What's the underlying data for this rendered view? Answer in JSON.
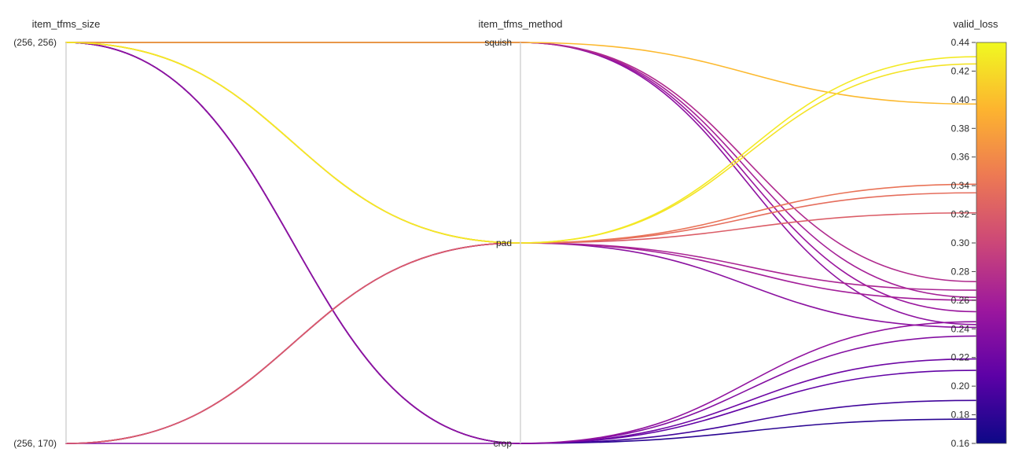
{
  "chart_data": {
    "type": "parallel_coordinates",
    "dimensions": [
      {
        "name": "item_tfms_size",
        "kind": "categorical",
        "categories": [
          "(256, 256)",
          "(256, 170)"
        ]
      },
      {
        "name": "item_tfms_method",
        "kind": "categorical",
        "categories": [
          "squish",
          "pad",
          "crop"
        ]
      },
      {
        "name": "valid_loss",
        "kind": "numeric",
        "range": [
          0.16,
          0.44
        ],
        "ticks": [
          0.44,
          0.42,
          0.4,
          0.38,
          0.36,
          0.34,
          0.32,
          0.3,
          0.28,
          0.26,
          0.24,
          0.22,
          0.2,
          0.18,
          0.16
        ]
      }
    ],
    "colorscale": [
      "#0d0887",
      "#5c01a6",
      "#9c179e",
      "#cc4778",
      "#ed7953",
      "#fdb42f",
      "#f0f921"
    ],
    "runs": [
      {
        "item_tfms_size": "(256, 256)",
        "item_tfms_method": "squish",
        "valid_loss": 0.397
      },
      {
        "item_tfms_size": "(256, 256)",
        "item_tfms_method": "squish",
        "valid_loss": 0.273
      },
      {
        "item_tfms_size": "(256, 256)",
        "item_tfms_method": "squish",
        "valid_loss": 0.262
      },
      {
        "item_tfms_size": "(256, 256)",
        "item_tfms_method": "squish",
        "valid_loss": 0.252
      },
      {
        "item_tfms_size": "(256, 256)",
        "item_tfms_method": "squish",
        "valid_loss": 0.243
      },
      {
        "item_tfms_size": "(256, 256)",
        "item_tfms_method": "pad",
        "valid_loss": 0.43
      },
      {
        "item_tfms_size": "(256, 256)",
        "item_tfms_method": "pad",
        "valid_loss": 0.425
      },
      {
        "item_tfms_size": "(256, 256)",
        "item_tfms_method": "pad",
        "valid_loss": 0.341
      },
      {
        "item_tfms_size": "(256, 256)",
        "item_tfms_method": "pad",
        "valid_loss": 0.335
      },
      {
        "item_tfms_size": "(256, 256)",
        "item_tfms_method": "crop",
        "valid_loss": 0.245
      },
      {
        "item_tfms_size": "(256, 256)",
        "item_tfms_method": "crop",
        "valid_loss": 0.219
      },
      {
        "item_tfms_size": "(256, 256)",
        "item_tfms_method": "crop",
        "valid_loss": 0.211
      },
      {
        "item_tfms_size": "(256, 256)",
        "item_tfms_method": "crop",
        "valid_loss": 0.19
      },
      {
        "item_tfms_size": "(256, 256)",
        "item_tfms_method": "crop",
        "valid_loss": 0.177
      },
      {
        "item_tfms_size": "(256, 170)",
        "item_tfms_method": "pad",
        "valid_loss": 0.321
      },
      {
        "item_tfms_size": "(256, 170)",
        "item_tfms_method": "pad",
        "valid_loss": 0.267
      },
      {
        "item_tfms_size": "(256, 170)",
        "item_tfms_method": "pad",
        "valid_loss": 0.26
      },
      {
        "item_tfms_size": "(256, 170)",
        "item_tfms_method": "pad",
        "valid_loss": 0.241
      },
      {
        "item_tfms_size": "(256, 170)",
        "item_tfms_method": "crop",
        "valid_loss": 0.235
      }
    ]
  }
}
